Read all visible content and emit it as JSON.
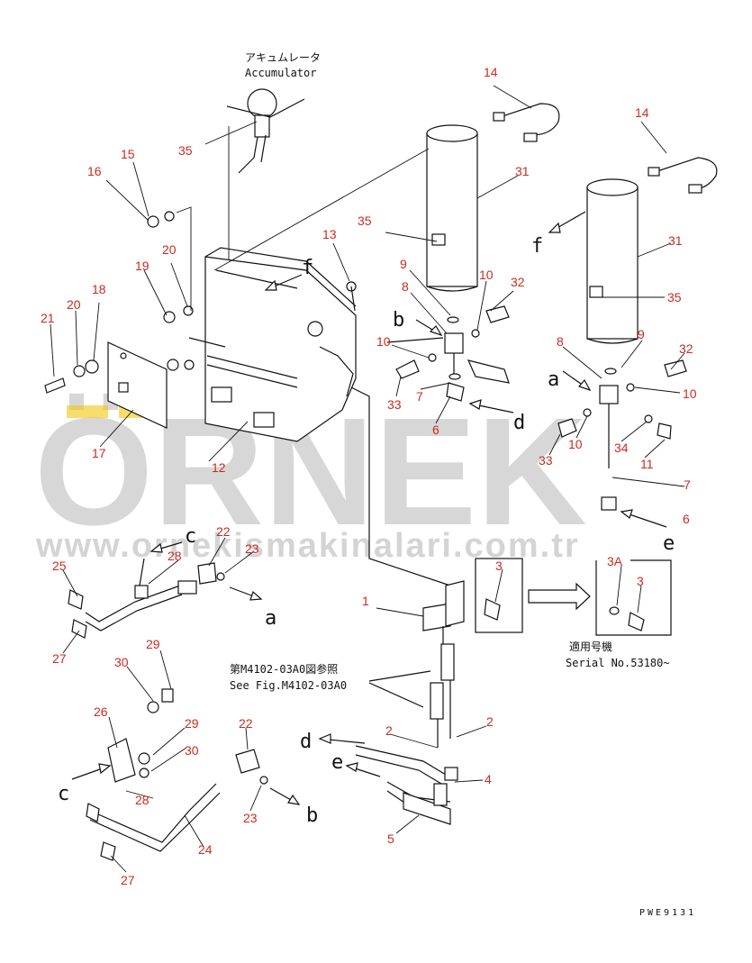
{
  "accumulator": {
    "jp": "アキュムレータ",
    "en": "Accumulator"
  },
  "reference": {
    "jp": "第M4102-03A0図参照",
    "en": "See Fig.M4102-03A0"
  },
  "serial": {
    "jp": "適用号機",
    "en": "Serial No.53180~"
  },
  "drawing_code": "PWE9131",
  "watermark": {
    "brand": "ÖRNEK",
    "url": "www.ornekismakinalari.com.tr"
  },
  "colors": {
    "callout": "#cc2a1e",
    "line": "#111111",
    "watermark": "#c9c9c9",
    "watermark_accent": "#f1c40f"
  },
  "callouts": [
    {
      "text": "14"
    },
    {
      "text": "14"
    },
    {
      "text": "35"
    },
    {
      "text": "15"
    },
    {
      "text": "16"
    },
    {
      "text": "31"
    },
    {
      "text": "31"
    },
    {
      "text": "35"
    },
    {
      "text": "35"
    },
    {
      "text": "13"
    },
    {
      "text": "20"
    },
    {
      "text": "19"
    },
    {
      "text": "18"
    },
    {
      "text": "20"
    },
    {
      "text": "21"
    },
    {
      "text": "9"
    },
    {
      "text": "10"
    },
    {
      "text": "8"
    },
    {
      "text": "32"
    },
    {
      "text": "10"
    },
    {
      "text": "7"
    },
    {
      "text": "33"
    },
    {
      "text": "6"
    },
    {
      "text": "8"
    },
    {
      "text": "9"
    },
    {
      "text": "32"
    },
    {
      "text": "10"
    },
    {
      "text": "10"
    },
    {
      "text": "34"
    },
    {
      "text": "11"
    },
    {
      "text": "33"
    },
    {
      "text": "7"
    },
    {
      "text": "6"
    },
    {
      "text": "17"
    },
    {
      "text": "12"
    },
    {
      "text": "22"
    },
    {
      "text": "28"
    },
    {
      "text": "23"
    },
    {
      "text": "25"
    },
    {
      "text": "27"
    },
    {
      "text": "3"
    },
    {
      "text": "3A"
    },
    {
      "text": "3"
    },
    {
      "text": "1"
    },
    {
      "text": "29"
    },
    {
      "text": "30"
    },
    {
      "text": "26"
    },
    {
      "text": "29"
    },
    {
      "text": "30"
    },
    {
      "text": "22"
    },
    {
      "text": "28"
    },
    {
      "text": "23"
    },
    {
      "text": "24"
    },
    {
      "text": "27"
    },
    {
      "text": "2"
    },
    {
      "text": "2"
    },
    {
      "text": "4"
    },
    {
      "text": "5"
    }
  ],
  "arrow_labels": [
    {
      "text": "f"
    },
    {
      "text": "f"
    },
    {
      "text": "b"
    },
    {
      "text": "a"
    },
    {
      "text": "d"
    },
    {
      "text": "e"
    },
    {
      "text": "c"
    },
    {
      "text": "a"
    },
    {
      "text": "c"
    },
    {
      "text": "b"
    },
    {
      "text": "d"
    },
    {
      "text": "e"
    }
  ]
}
